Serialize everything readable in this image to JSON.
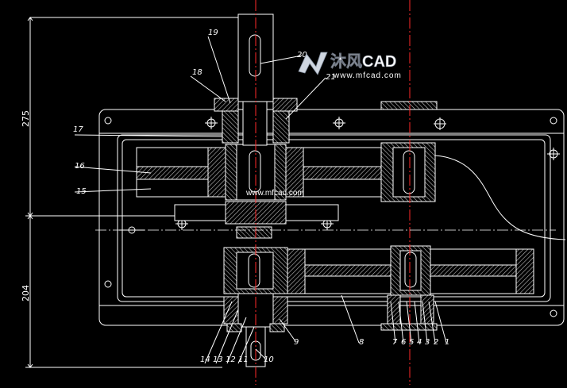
{
  "dimensions": {
    "upper": "275",
    "lower": "204"
  },
  "part_labels": {
    "p1": "1",
    "p2": "2",
    "p3": "3",
    "p4": "4",
    "p5": "5",
    "p6": "6",
    "p7": "7",
    "p8": "8",
    "p9": "9",
    "p10": "10",
    "p11": "11",
    "p12": "12",
    "p13": "13",
    "p14": "14",
    "p15": "15",
    "p16": "16",
    "p17": "17",
    "p18": "18",
    "p19": "19",
    "p20": "20",
    "p21": "21"
  },
  "watermark": {
    "brand": "沐风CAD",
    "url": "www.mfcad.com",
    "center_url": "www.mfcad.com"
  },
  "colors": {
    "background": "#000000",
    "line": "#ffffff",
    "centerline": "#ff2a2a",
    "hatch": "#bbbbbb"
  }
}
